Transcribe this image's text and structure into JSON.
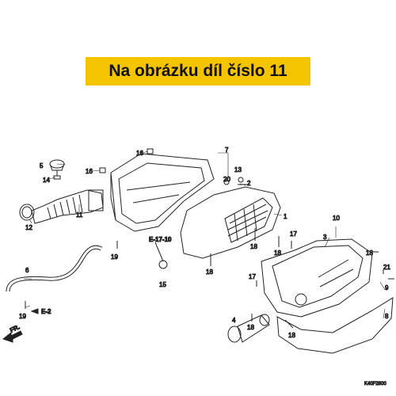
{
  "banner": {
    "text": "Na obrázku díl číslo 11",
    "color": "#f5c400"
  },
  "callouts": [
    "1",
    "2",
    "3",
    "4",
    "5",
    "6",
    "7",
    "8",
    "9",
    "10",
    "11",
    "12",
    "13",
    "14",
    "15",
    "16",
    "17",
    "18",
    "19",
    "20",
    "21"
  ],
  "refs": {
    "e17_10": "E-17-10",
    "e2": "E-2",
    "front": "FR."
  },
  "diagram_code": "K40F2800"
}
